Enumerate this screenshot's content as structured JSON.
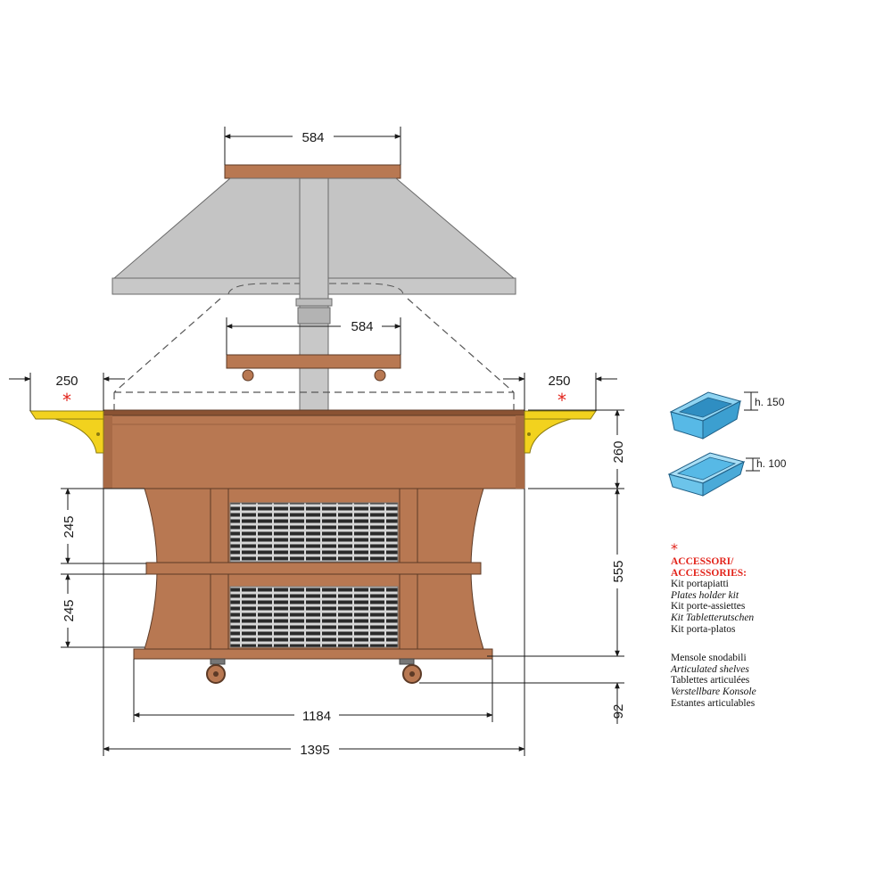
{
  "dimensions": {
    "top_hood_width": "584",
    "inner_shelf_width": "584",
    "left_shelf_width": "250",
    "right_shelf_width": "250",
    "counter_height": "260",
    "body_height": "555",
    "wheel_height": "92",
    "upper_drawer_height": "245",
    "lower_drawer_height": "245",
    "base_width": "1184",
    "total_width": "1395"
  },
  "gastronorm": {
    "deep_tray_label": "h. 150",
    "shallow_tray_label": "h. 100"
  },
  "legend": {
    "asterisk": "*",
    "accessories_heading": [
      "ACCESSORI/",
      "ACCESSORIES:"
    ],
    "plates_kit": [
      {
        "text": "Kit portapiatti",
        "italic": false
      },
      {
        "text": "Plates holder kit",
        "italic": true
      },
      {
        "text": "Kit porte-assiettes",
        "italic": false
      },
      {
        "text": "Kit Tabletterutschen",
        "italic": true
      },
      {
        "text": "Kit porta-platos",
        "italic": false
      }
    ],
    "articulated_shelves": [
      {
        "text": "Mensole snodabili",
        "italic": false
      },
      {
        "text": "Articulated shelves",
        "italic": true
      },
      {
        "text": "Tablettes articulées",
        "italic": false
      },
      {
        "text": "Verstellbare Konsole",
        "italic": true
      },
      {
        "text": "Estantes articulables",
        "italic": false
      }
    ]
  },
  "colors": {
    "wood": "#b87852",
    "wood_dark": "#8a5233",
    "hood": "#c4c4c4",
    "shelf_yellow": "#f2d21e",
    "tray_blue": "#57b9e6",
    "accent_red": "#e2231a"
  }
}
